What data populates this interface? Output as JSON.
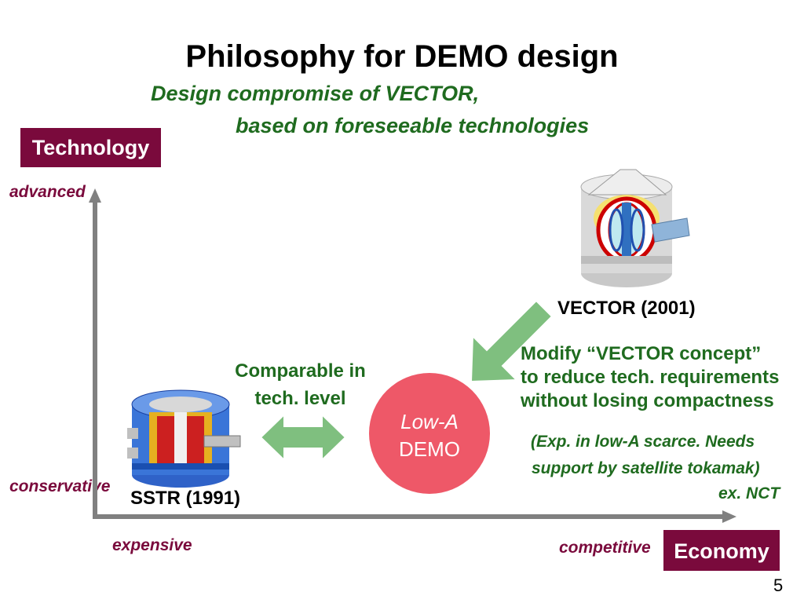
{
  "title": "Philosophy for DEMO design",
  "subtitle_line1": "Design compromise of VECTOR,",
  "subtitle_line2": "based on foreseeable technologies",
  "y_axis": {
    "box_label": "Technology",
    "top_label": "advanced",
    "bottom_label": "conservative"
  },
  "x_axis": {
    "box_label": "Economy",
    "left_label": "expensive",
    "right_label": "competitive"
  },
  "vector": {
    "label": "VECTOR (2001)"
  },
  "sstr": {
    "label": "SSTR (1991)"
  },
  "comparable": {
    "line1": "Comparable in",
    "line2": "tech. level"
  },
  "demo": {
    "line1": "Low-A",
    "line2": "DEMO"
  },
  "modify": {
    "line1": "Modify “VECTOR concept”",
    "line2": "to reduce tech. requirements",
    "line3": "without losing compactness"
  },
  "note": {
    "line1": "(Exp. in low-A scarce. Needs",
    "line2": "support by satellite tokamak)",
    "line3": "ex. NCT"
  },
  "page_number": "5",
  "colors": {
    "accent_box": "#7a0a3c",
    "green_text": "#1f6b1f",
    "arrow_green": "#7fbf7f",
    "demo_circle": "#ee5868",
    "axis": "#808080"
  }
}
